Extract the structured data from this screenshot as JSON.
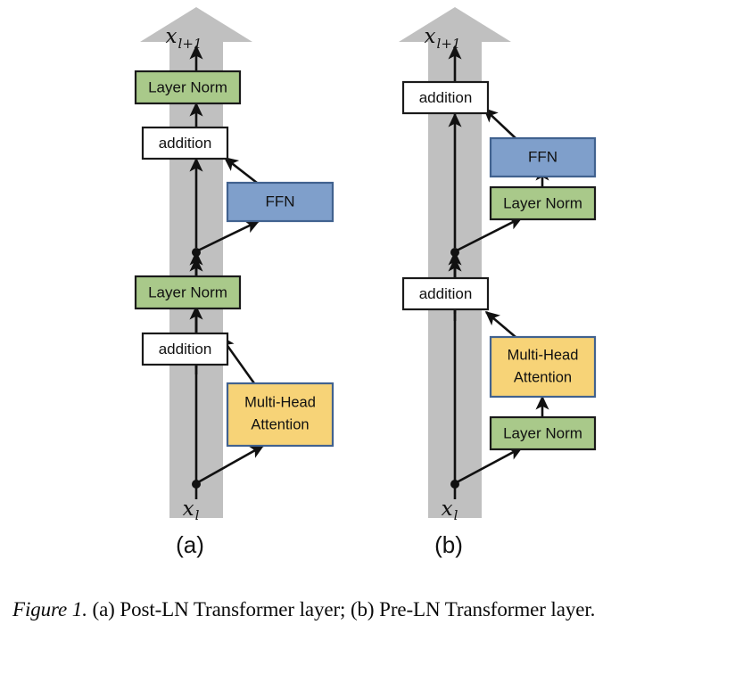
{
  "figure": {
    "caption_lead": "Figure 1.",
    "caption_text": "(a) Post-LN Transformer layer; (b) Pre-LN Transformer layer.",
    "colors": {
      "layer_norm_fill": "#A9C98A",
      "layer_norm_stroke": "#1A1A1A",
      "ffn_fill": "#7F9FCB",
      "ffn_stroke": "#41628F",
      "attention_fill": "#F7D377",
      "attention_stroke": "#41628F",
      "addition_fill": "#FFFFFF",
      "addition_stroke": "#1A1A1A",
      "residual_stream": "#C0C0C0",
      "arrow": "#111111",
      "background": "#FFFFFF"
    }
  },
  "panels": [
    {
      "id": "a",
      "label": "(a)",
      "name": "Post-LN Transformer layer",
      "input_label": "x",
      "input_sub": "l",
      "output_label": "x",
      "output_sub": "l+1",
      "blocks": [
        {
          "id": "a-layer-norm-top",
          "label": "Layer Norm",
          "type": "layer-norm"
        },
        {
          "id": "a-addition-top",
          "label": "addition",
          "type": "addition"
        },
        {
          "id": "a-ffn",
          "label": "FFN",
          "type": "ffn"
        },
        {
          "id": "a-layer-norm-bot",
          "label": "Layer Norm",
          "type": "layer-norm"
        },
        {
          "id": "a-addition-bot",
          "label": "addition",
          "type": "addition"
        },
        {
          "id": "a-attention",
          "label": "Multi-Head\nAttention",
          "label_line1": "Multi-Head",
          "label_line2": "Attention",
          "type": "attention"
        }
      ]
    },
    {
      "id": "b",
      "label": "(b)",
      "name": "Pre-LN Transformer layer",
      "input_label": "x",
      "input_sub": "l",
      "output_label": "x",
      "output_sub": "l+1",
      "blocks": [
        {
          "id": "b-addition-top",
          "label": "addition",
          "type": "addition"
        },
        {
          "id": "b-ffn",
          "label": "FFN",
          "type": "ffn"
        },
        {
          "id": "b-layer-norm-ffn",
          "label": "Layer Norm",
          "type": "layer-norm"
        },
        {
          "id": "b-addition-bot",
          "label": "addition",
          "type": "addition"
        },
        {
          "id": "b-attention",
          "label": "Multi-Head\nAttention",
          "label_line1": "Multi-Head",
          "label_line2": "Attention",
          "type": "attention"
        },
        {
          "id": "b-layer-norm-attn",
          "label": "Layer Norm",
          "type": "layer-norm"
        }
      ]
    }
  ]
}
